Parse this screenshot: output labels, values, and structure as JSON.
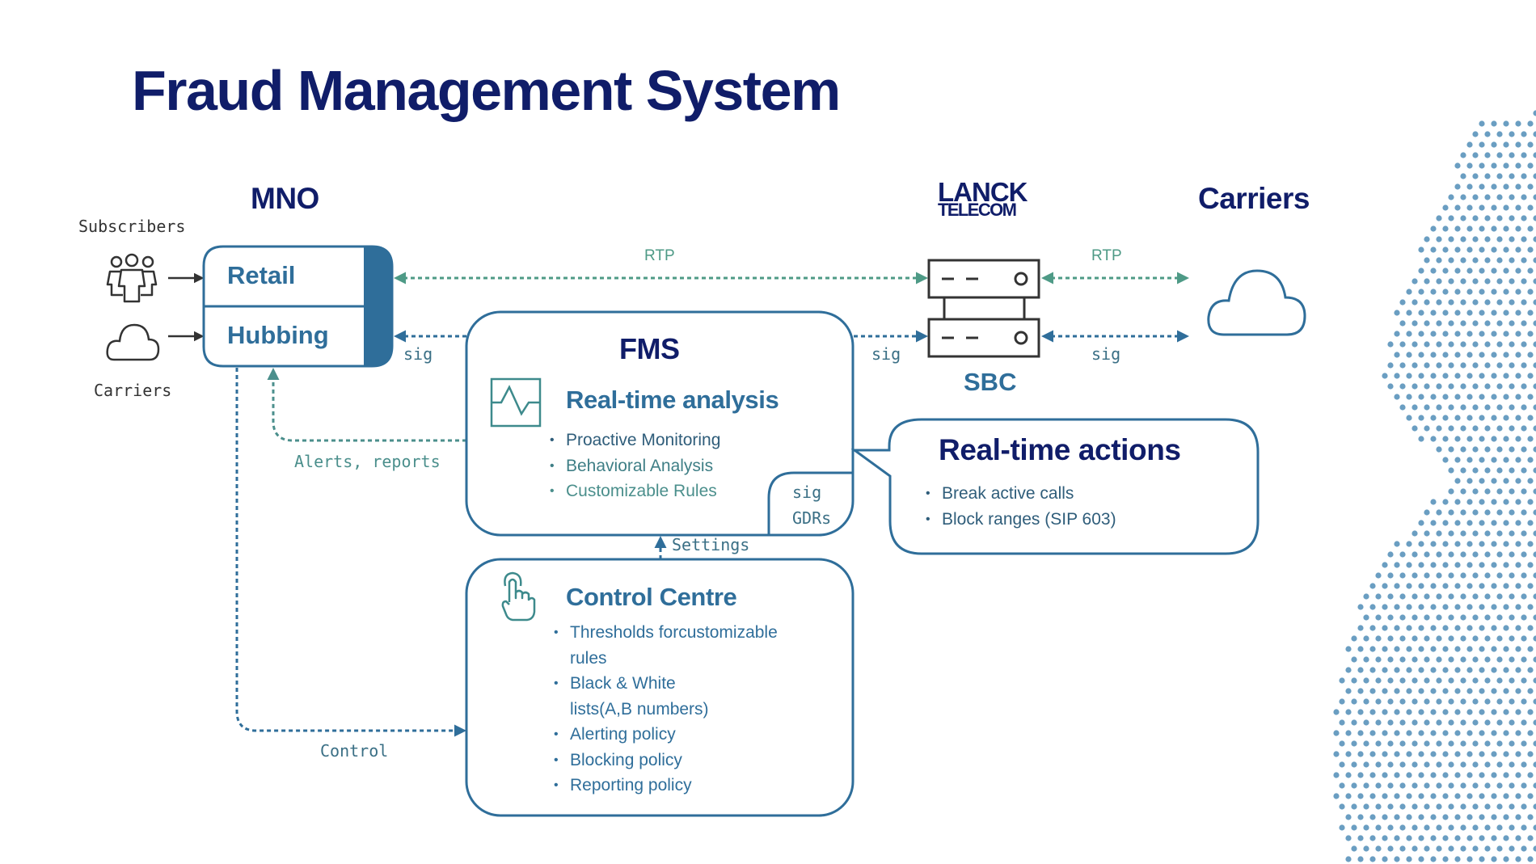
{
  "title": "Fraud Management System",
  "colors": {
    "navy": "#101d69",
    "blue": "#2f6e9a",
    "teal": "#4b8f8c",
    "rtp_green": "#4e9a86",
    "dots": "#6a9ec2"
  },
  "mno": {
    "header": "MNO",
    "subscribers_label": "Subscribers",
    "carriers_label": "Carriers",
    "rows": [
      "Retail",
      "Hubbing"
    ],
    "subscribers_icon": "people-icon",
    "carriers_icon": "cloud-icon"
  },
  "vendor": {
    "logo_line1": "LANCK",
    "logo_line2": "TELECOM",
    "sbc_label": "SBC",
    "server_icon": "server-icon"
  },
  "carriers": {
    "header": "Carriers",
    "icon": "cloud-icon"
  },
  "links": {
    "rtp_left": "RTP",
    "rtp_right": "RTP",
    "sig_left": "sig",
    "sig_mid": "sig",
    "sig_right": "sig",
    "alerts": "Alerts, reports",
    "control": "Control",
    "settings": "Settings"
  },
  "fms": {
    "header": "FMS",
    "section_title": "Real-time analysis",
    "icon": "pulse-icon",
    "items": [
      "Proactive Monitoring",
      "Behavioral Analysis",
      "Customizable Rules"
    ],
    "tab_line1": "sig",
    "tab_line2": "GDRs"
  },
  "actions": {
    "title": "Real-time actions",
    "items": [
      "Break active calls",
      "Block ranges (SIP 603)"
    ]
  },
  "control_centre": {
    "title": "Control Centre",
    "icon": "touch-icon",
    "items": [
      "Thresholds forcustomizable rules",
      "Black & White lists(A,B numbers)",
      "Alerting policy",
      "Blocking policy",
      "Reporting policy"
    ]
  }
}
